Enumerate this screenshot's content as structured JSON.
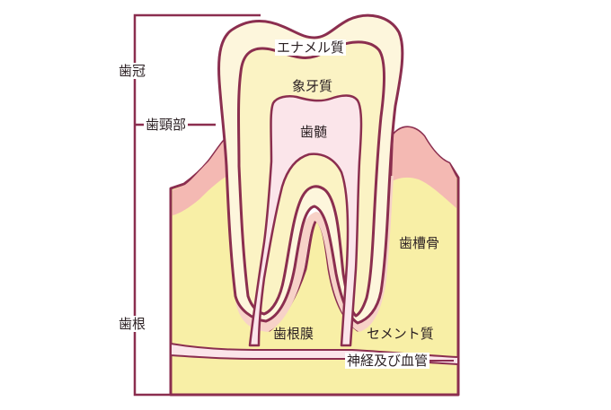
{
  "labels": {
    "enamel": "エナメル質",
    "dentin": "象牙質",
    "pulp": "歯髄",
    "crown": "歯冠",
    "neck": "歯頸部",
    "alveolar_bone": "歯槽骨",
    "periodontal_membrane": "歯根膜",
    "cementum": "セメント質",
    "root": "歯根",
    "nerves_vessels": "神経及び血管"
  },
  "colors": {
    "outline": "#8b2e4f",
    "bone": "#f8efa6",
    "gum": "#f4b9b3",
    "membrane": "#f7d2c8",
    "enamel": "#fdf6dc",
    "dentin": "#fbf3c4",
    "pulp": "#fbe5ea"
  }
}
